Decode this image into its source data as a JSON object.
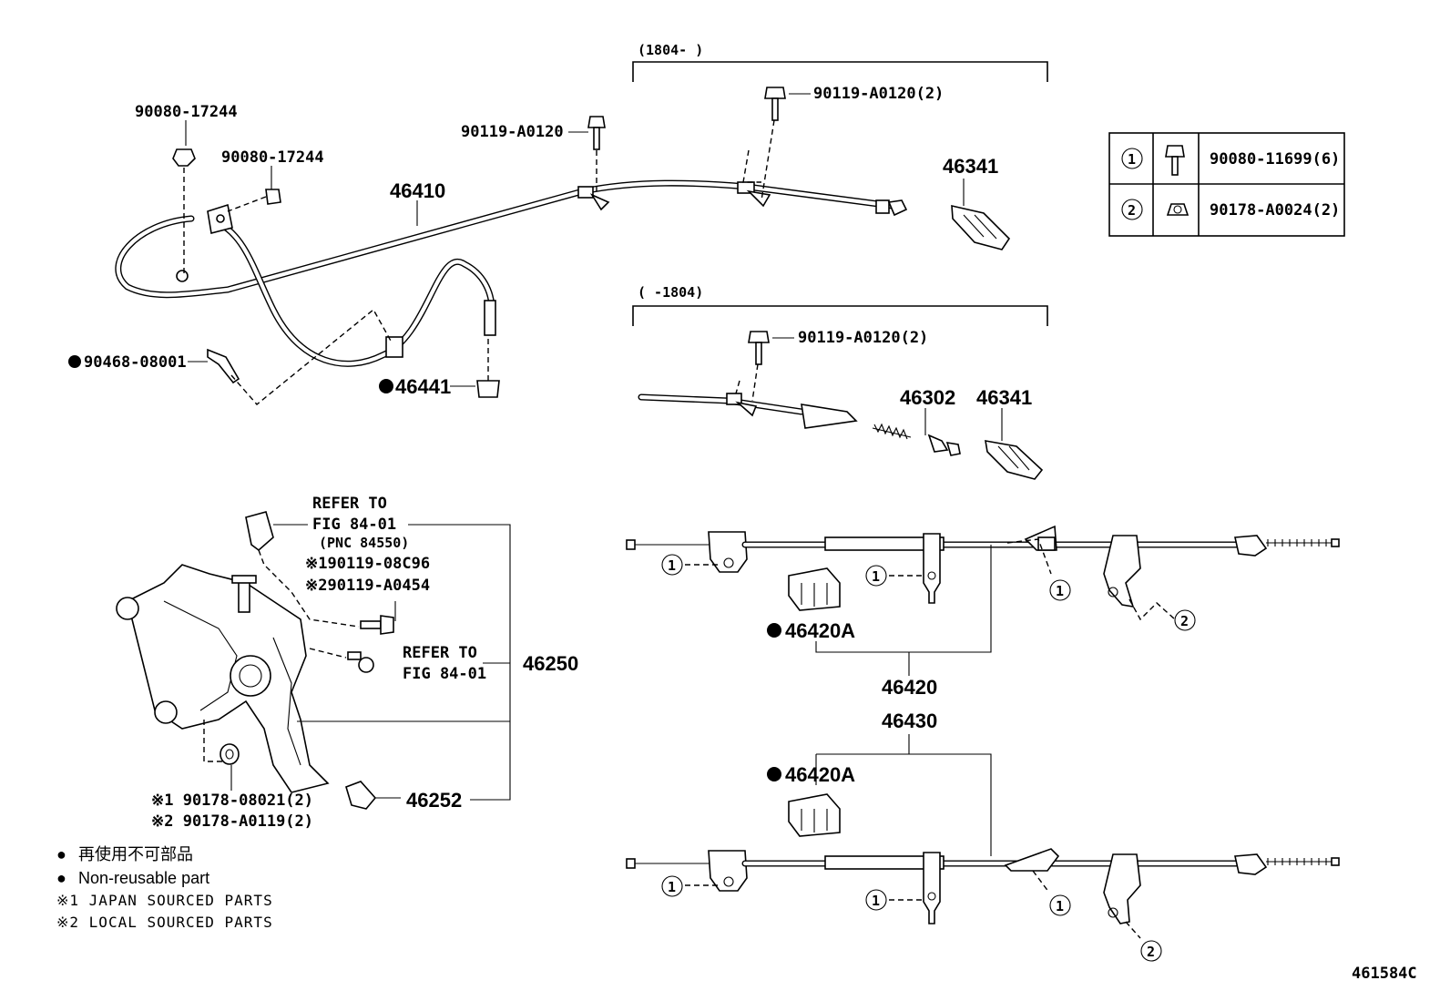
{
  "labels": {
    "range_new": "(1804-      )",
    "range_old": "(      -1804)",
    "p_90080_17244_a": "90080-17244",
    "p_90080_17244_b": "90080-17244",
    "p_46410": "46410",
    "p_90119_a0120": "90119-A0120",
    "p_90119_a0120_2_top": "90119-A0120(2)",
    "p_90119_a0120_2_mid": "90119-A0120(2)",
    "p_46341_top": "46341",
    "p_46341_mid": "46341",
    "p_46302": "46302",
    "p_90468_08001": "90468-08001",
    "p_46441": "46441",
    "refer_to_1a": "REFER TO",
    "refer_to_1b": "FIG 84-01",
    "pnc": "(PNC 84550)",
    "note_1_bolt": "※190119-08C96",
    "note_2_bolt": "※290119-A0454",
    "refer_to_2a": "REFER TO",
    "refer_to_2b": "FIG 84-01",
    "p_46250": "46250",
    "p_46252": "46252",
    "note_1_nut": "※1 90178-08021(2)",
    "note_2_nut": "※2 90178-A0119(2)",
    "p_46420a_top": "46420A",
    "p_46420": "46420",
    "p_46430": "46430",
    "p_46420a_bot": "46420A",
    "ref_code": "461584C"
  },
  "markers": {
    "circle_1": "1",
    "circle_2": "2"
  },
  "legend_table": {
    "rows": [
      {
        "key": "1",
        "icon": "bolt-icon",
        "part": "90080-11699(6)"
      },
      {
        "key": "2",
        "icon": "nut-icon",
        "part": "90178-A0024(2)"
      }
    ]
  },
  "legend_notes": {
    "bullet": "●",
    "nonreusable_jp": "再使用不可部品",
    "nonreusable_en": "Non-reusable part",
    "japan": "※1 JAPAN SOURCED PARTS",
    "local": "※2 LOCAL SOURCED PARTS"
  }
}
